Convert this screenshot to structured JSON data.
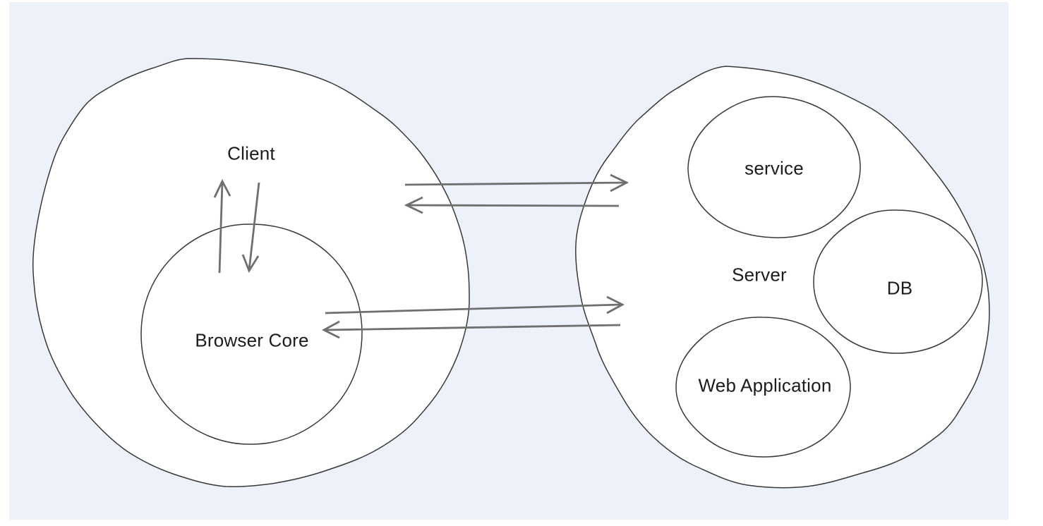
{
  "page": {
    "background_color": "#ffffff",
    "canvas_color": "#ecf1fa"
  },
  "diagram": {
    "type": "architecture-sketch",
    "style": "hand-drawn",
    "stroke_color": "#383838",
    "arrow_color": "#6f6f6f",
    "text_color": "#1c1c1c",
    "shape_fill": "#ffffff",
    "nodes": [
      {
        "id": "client",
        "label": "Client",
        "shape": "blob",
        "contains": [
          "browser-core"
        ]
      },
      {
        "id": "browser-core",
        "label": "Browser Core",
        "shape": "circle",
        "parent": "client"
      },
      {
        "id": "server",
        "label": "Server",
        "shape": "blob",
        "contains": [
          "service",
          "db",
          "web-application"
        ]
      },
      {
        "id": "service",
        "label": "service",
        "shape": "circle",
        "parent": "server"
      },
      {
        "id": "db",
        "label": "DB",
        "shape": "circle",
        "parent": "server"
      },
      {
        "id": "web-application",
        "label": "Web Application",
        "shape": "circle",
        "parent": "server"
      }
    ],
    "edges": [
      {
        "from": "browser-core",
        "to": "client",
        "style": "arrow",
        "direction": "up"
      },
      {
        "from": "client",
        "to": "browser-core",
        "style": "arrow",
        "direction": "down"
      },
      {
        "from": "client",
        "to": "server",
        "style": "arrow",
        "direction": "right"
      },
      {
        "from": "server",
        "to": "client",
        "style": "arrow",
        "direction": "left"
      },
      {
        "from": "browser-core",
        "to": "server",
        "style": "arrow",
        "direction": "right"
      },
      {
        "from": "server",
        "to": "browser-core",
        "style": "arrow",
        "direction": "left"
      }
    ]
  },
  "labels": {
    "client": "Client",
    "browser_core": "Browser Core",
    "server": "Server",
    "service": "service",
    "db": "DB",
    "web_application": "Web Application"
  }
}
